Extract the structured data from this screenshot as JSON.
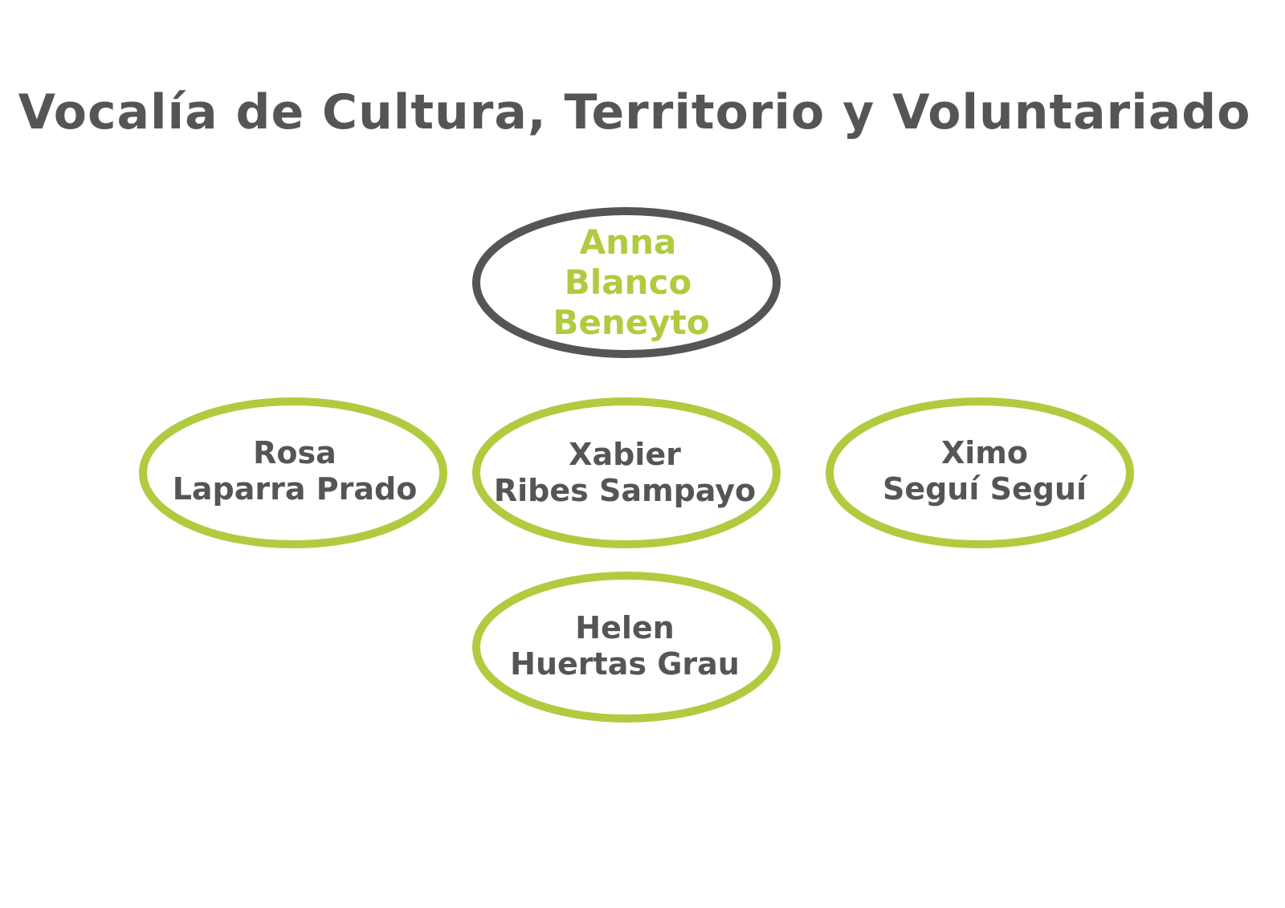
{
  "title": "Vocalía de Cultura, Territorio y Voluntariado",
  "colors": {
    "text": "#555555",
    "accent": "#b0cb3f"
  },
  "head": {
    "first": "Anna",
    "lines": [
      "Blanco",
      "Beneyto"
    ]
  },
  "members": [
    {
      "first": "Rosa",
      "last": "Laparra Prado"
    },
    {
      "first": "Xabier",
      "last": "Ribes Sampayo"
    },
    {
      "first": "Ximo",
      "last": "Seguí Seguí"
    },
    {
      "first": "Helen",
      "last": "Huertas Grau"
    }
  ]
}
